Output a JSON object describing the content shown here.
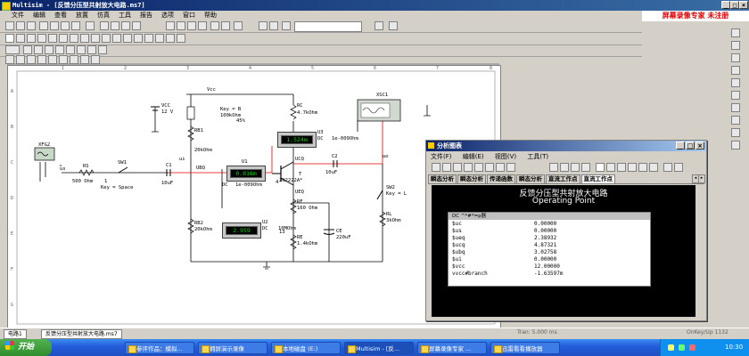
{
  "window": {
    "title": "Multisim - [反馈分压型共射放大电路.ms7]",
    "brand": "屏幕录像专家 未注册"
  },
  "menu": [
    "文件",
    "编辑",
    "查看",
    "放置",
    "仿真",
    "工具",
    "报告",
    "选项",
    "窗口",
    "帮助"
  ],
  "schematic": {
    "vcc_label": "Vcc",
    "vcc_source": {
      "name": "VCC",
      "value": "12 V"
    },
    "pot": {
      "key": "Key = B",
      "value": "100kOhm",
      "pct": "45%"
    },
    "rb1": {
      "name": "RB1",
      "value": "20kOhm"
    },
    "rb2": {
      "name": "RB2",
      "value": "20kOhm"
    },
    "rc": {
      "name": "RC",
      "value": "4.7kOhm"
    },
    "rf": {
      "name": "RF",
      "value": "160 Ohm"
    },
    "re": {
      "name": "RE",
      "value": "1.4kOhm"
    },
    "ce": {
      "name": "CE",
      "value": "220uF"
    },
    "c1": {
      "name": "C1",
      "value": "10uF"
    },
    "c2": {
      "name": "C2",
      "value": "10uF"
    },
    "rs": {
      "name": "RS",
      "value": "500 Ohm"
    },
    "rl": {
      "name": "RL",
      "value": "3kOhm"
    },
    "sw1": {
      "name": "SW1",
      "key": "Key = Space"
    },
    "sw2": {
      "name": "SW2",
      "key": "Key = L"
    },
    "transistor": {
      "name": "T",
      "model": "2N2222A*"
    },
    "xfg": "XFG2",
    "xsc": "XSC1",
    "nets": {
      "ui": "ui",
      "us": "us",
      "uo": "uo",
      "ubq": "UBQ",
      "ucq": "UCQ",
      "ueq": "UEQ",
      "node1": "1",
      "node4": "4",
      "node13": "13"
    },
    "meters": {
      "u1": {
        "name": "U1",
        "reading": "0.016m",
        "mode": "DC",
        "res": "1e-009Ohm"
      },
      "u2": {
        "name": "U2",
        "reading": "2.959",
        "mode": "DC",
        "res": "10MOhm"
      },
      "u3": {
        "name": "U3",
        "reading": "1.524m",
        "mode": "DC",
        "res": "1e-009Ohm"
      }
    },
    "ruler_letters": [
      "A",
      "B",
      "C",
      "D",
      "E",
      "F",
      "G"
    ],
    "ruler_numbers": [
      "1",
      "2",
      "3",
      "4",
      "5",
      "6",
      "7",
      "8"
    ]
  },
  "analysis_window": {
    "title": "分析图表",
    "menu": [
      "文件",
      "编辑",
      "视图",
      "工具"
    ],
    "menu_accel": [
      "(F)",
      "(E)",
      "(V)",
      "(T)"
    ],
    "tabs": [
      "瞬态分析",
      "瞬态分析",
      "传递函数",
      "瞬态分析",
      "直流工作点",
      "直流工作点"
    ],
    "heading": "反馈分压型共射放大电路",
    "subheading": "Operating Point",
    "table_header": "DC ^*#*=p器",
    "rows": [
      {
        "name": "$uc",
        "value": "0.00000"
      },
      {
        "name": "$us",
        "value": "0.00000"
      },
      {
        "name": "$ueq",
        "value": "2.38932"
      },
      {
        "name": "$ucq",
        "value": "4.87321"
      },
      {
        "name": "$ubq",
        "value": "3.02758"
      },
      {
        "name": "$ui",
        "value": "0.00000"
      },
      {
        "name": "$vcc",
        "value": "12.00000"
      },
      {
        "name": "vvcc#branch",
        "value": "-1.63597m"
      }
    ]
  },
  "status": {
    "tabs": [
      "电路1",
      "反馈分压型共射放大电路.ms7"
    ],
    "tran": "Tran: 5.000 ms",
    "onkey": "OnKey/Up 1132"
  },
  "taskbar": {
    "start": "开始",
    "tasks": [
      "参评作品：模拟...",
      "拥屏演示录像",
      "本地磁盘 (E:)",
      "Multisim - [反...",
      "屏幕录像专家 ...",
      "迅雷看看播放器"
    ],
    "clock": "10:30"
  },
  "colors": {
    "accent": "#0a246a",
    "wire_red": "#e00000",
    "meter_green": "#00e000",
    "brand_red": "#e00000"
  }
}
